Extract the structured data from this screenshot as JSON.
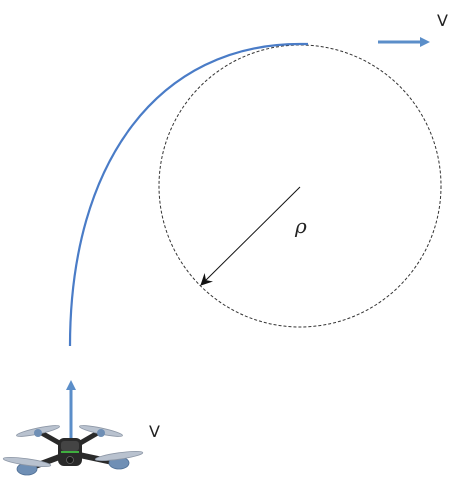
{
  "labels": {
    "velocity_top": "V",
    "velocity_drone": "V",
    "radius_symbol": "ρ"
  },
  "colors": {
    "trajectory": "#4a7cc7",
    "velocity_arrow": "#5b8ec9",
    "circle": "#333333",
    "radius_arrow": "#111111",
    "drone_body": "#2a2a2a",
    "drone_rotor": "#b9c2cf",
    "drone_accent": "#3fae3f",
    "motor_blue": "#6f8fb5"
  }
}
